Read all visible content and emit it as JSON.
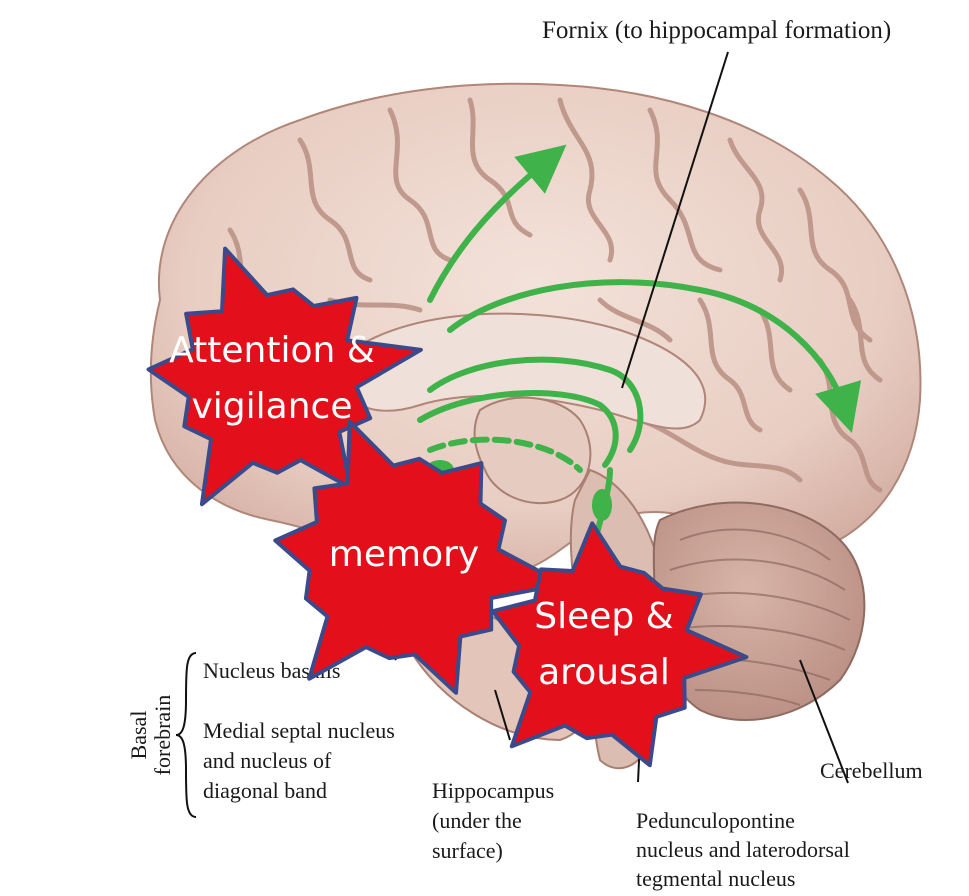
{
  "labels": {
    "fornix": "Fornix (to hippocampal formation)",
    "basal_forebrain_line1": "Basal",
    "basal_forebrain_line2": "forebrain",
    "nucleus_basalis": "Nucleus basalis",
    "medial_septal_line1": "Medial septal nucleus",
    "medial_septal_line2": "and nucleus of",
    "medial_septal_line3": "diagonal band",
    "hippocampus_line1": "Hippocampus",
    "hippocampus_line2": "(under the",
    "hippocampus_line3": "surface)",
    "cerebellum": "Cerebellum",
    "ppn_line1": "Pedunculopontine",
    "ppn_line2": "nucleus and laterodorsal",
    "ppn_line3": "tegmental nucleus"
  },
  "callouts": {
    "attention_line1": "Attention &",
    "attention_line2": "vigilance",
    "memory": "memory",
    "sleep_line1": "Sleep &",
    "sleep_line2": "arousal"
  },
  "colors": {
    "brain_fill": "#ecd5cc",
    "brain_shade": "#d9b6aa",
    "sulcus": "#b98f83",
    "pathway": "#3fb24a",
    "burst_fill": "#e3101b",
    "burst_stroke": "#3b4a8a",
    "cerebellum": "#c9a196"
  }
}
